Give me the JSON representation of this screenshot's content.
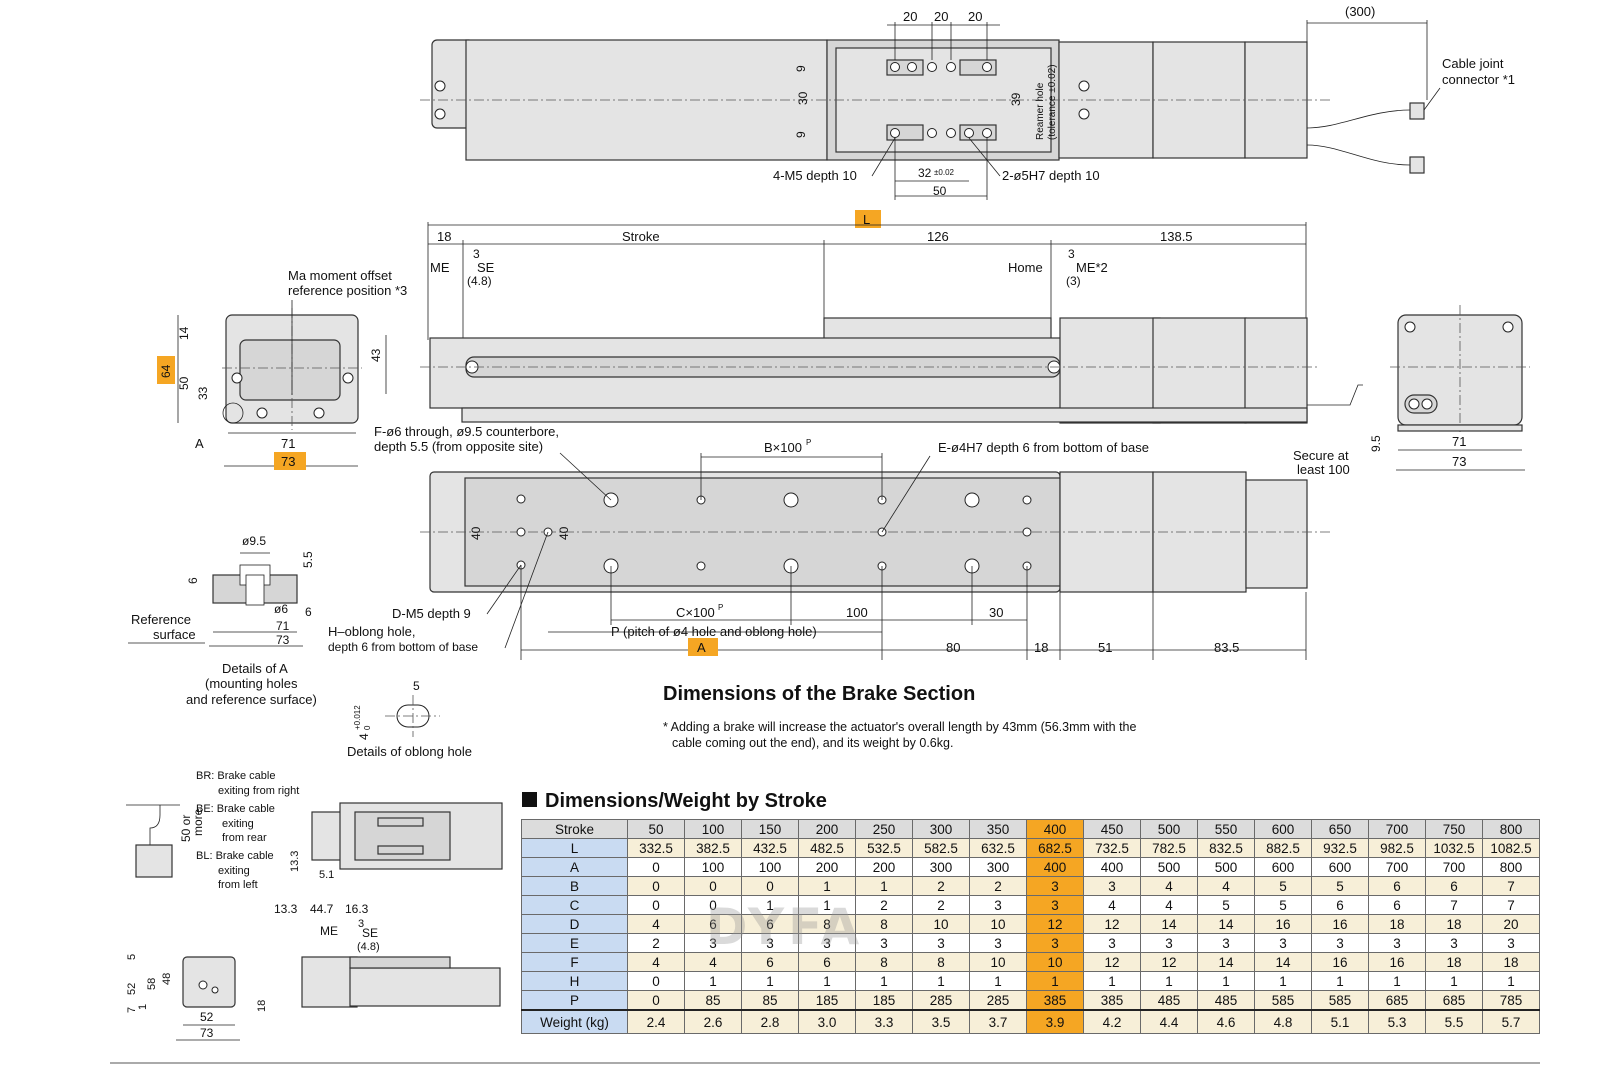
{
  "top_view": {
    "dim_20a": "20",
    "dim_20b": "20",
    "dim_20c": "20",
    "dim_300": "(300)",
    "cable_joint": "Cable joint",
    "connector": "connector *1",
    "dim_9a": "9",
    "dim_30": "30",
    "dim_9b": "9",
    "dim_39": "39",
    "reamer_hole": "Reamer hole",
    "reamer_tol": "(tolerance ±0.02)",
    "m5_label": "4-M5 depth 10",
    "dim_32": "32",
    "dim_32_tol": "±0.02",
    "h7_label": "2-ø5H7 depth 10",
    "dim_50": "50"
  },
  "side_view": {
    "L_badge": "L",
    "dim_18": "18",
    "stroke": "Stroke",
    "dim_126": "126",
    "dim_138_5": "138.5",
    "me": "ME",
    "dim_3a": "3",
    "se": "SE",
    "dim_4_8": "(4.8)",
    "home": "Home",
    "dim_3b": "3",
    "me2": "ME*2",
    "dim_3p": "(3)",
    "ma_line1": "Ma moment offset",
    "ma_line2": "reference position *3",
    "secure1": "Secure at",
    "secure2": "least 100"
  },
  "end_view_left": {
    "dim_14": "14",
    "dim_64": "64",
    "dim_50": "50",
    "dim_33": "33",
    "dim_43": "43",
    "label_a": "A",
    "dim_71": "71",
    "dim_73": "73"
  },
  "end_view_right": {
    "dim_9_5": "9.5",
    "dim_71": "71",
    "dim_73": "73"
  },
  "bottom_view": {
    "f_line1": "F-ø6 through, ø9.5 counterbore,",
    "f_line2": "depth 5.5 (from opposite site)",
    "b_pitch": "B×100",
    "p_sup": "P",
    "e_label": "E-ø4H7 depth 6 from bottom of base",
    "dim_40a": "40",
    "dim_40b": "40",
    "d_label": "D-M5 depth 9",
    "c_pitch": "C×100",
    "dim_100": "100",
    "dim_30": "30",
    "h_line1": "H–oblong hole,",
    "h_line2": "depth 6 from bottom of base",
    "p_label": "P (pitch of ø4 hole and oblong hole)",
    "A_badge": "A",
    "dim_80": "80",
    "dim_18": "18",
    "dim_51": "51",
    "dim_83_5": "83.5"
  },
  "detail_a": {
    "d9_5": "ø9.5",
    "d5_5": "5.5",
    "d6a": "6",
    "d6b": "ø6",
    "d6c": "6",
    "d71": "71",
    "d73": "73",
    "ref1": "Reference",
    "ref2": "surface",
    "cap1": "Details of A",
    "cap2": "(mounting holes",
    "cap3": "and reference surface)"
  },
  "detail_oblong": {
    "d5": "5",
    "tol": "4",
    "tol_up": "+0.012",
    "tol_dn": "0",
    "cap": "Details of oblong hole"
  },
  "brake": {
    "title": "Dimensions of the Brake Section",
    "note1": "* Adding a brake will increase the actuator's overall length by 43mm (56.3mm with the",
    "note2": "cable coming out the end), and its weight by 0.6kg.",
    "br1": "BR: Brake cable",
    "br2": "exiting from right",
    "be1": "BE: Brake cable",
    "be2": "exiting",
    "be3": "from rear",
    "bl1": "BL: Brake cable",
    "bl2": "exiting",
    "bl3": "from left",
    "fifty1": "50 or",
    "fifty2": "more",
    "d13_3": "13.3",
    "d5_1": "5.1",
    "d13_3b": "13.3",
    "d44_7": "44.7",
    "d16_3": "16.3",
    "me": "ME",
    "d3": "3",
    "se": "SE",
    "d4_8": "(4.8)",
    "d5": "5",
    "d52": "52",
    "d58": "58",
    "d48": "48",
    "d7": "7",
    "d1": "1",
    "d52b": "52",
    "d73": "73",
    "d18": "18"
  },
  "table": {
    "title": "Dimensions/Weight by Stroke",
    "header": [
      "Stroke",
      "50",
      "100",
      "150",
      "200",
      "250",
      "300",
      "350",
      "400",
      "450",
      "500",
      "550",
      "600",
      "650",
      "700",
      "750",
      "800"
    ],
    "highlight_col": "400",
    "rows": [
      {
        "label": "L",
        "values": [
          "332.5",
          "382.5",
          "432.5",
          "482.5",
          "532.5",
          "582.5",
          "632.5",
          "682.5",
          "732.5",
          "782.5",
          "832.5",
          "882.5",
          "932.5",
          "982.5",
          "1032.5",
          "1082.5"
        ]
      },
      {
        "label": "A",
        "values": [
          "0",
          "100",
          "100",
          "200",
          "200",
          "300",
          "300",
          "400",
          "400",
          "500",
          "500",
          "600",
          "600",
          "700",
          "700",
          "800"
        ]
      },
      {
        "label": "B",
        "values": [
          "0",
          "0",
          "0",
          "1",
          "1",
          "2",
          "2",
          "3",
          "3",
          "4",
          "4",
          "5",
          "5",
          "6",
          "6",
          "7"
        ]
      },
      {
        "label": "C",
        "values": [
          "0",
          "0",
          "1",
          "1",
          "2",
          "2",
          "3",
          "3",
          "4",
          "4",
          "5",
          "5",
          "6",
          "6",
          "7",
          "7"
        ]
      },
      {
        "label": "D",
        "values": [
          "4",
          "6",
          "6",
          "8",
          "8",
          "10",
          "10",
          "12",
          "12",
          "14",
          "14",
          "16",
          "16",
          "18",
          "18",
          "20"
        ]
      },
      {
        "label": "E",
        "values": [
          "2",
          "3",
          "3",
          "3",
          "3",
          "3",
          "3",
          "3",
          "3",
          "3",
          "3",
          "3",
          "3",
          "3",
          "3",
          "3"
        ]
      },
      {
        "label": "F",
        "values": [
          "4",
          "4",
          "6",
          "6",
          "8",
          "8",
          "10",
          "10",
          "12",
          "12",
          "14",
          "14",
          "16",
          "16",
          "18",
          "18"
        ]
      },
      {
        "label": "H",
        "values": [
          "0",
          "1",
          "1",
          "1",
          "1",
          "1",
          "1",
          "1",
          "1",
          "1",
          "1",
          "1",
          "1",
          "1",
          "1",
          "1"
        ]
      },
      {
        "label": "P",
        "values": [
          "0",
          "85",
          "85",
          "185",
          "185",
          "285",
          "285",
          "385",
          "385",
          "485",
          "485",
          "585",
          "585",
          "685",
          "685",
          "785"
        ]
      }
    ],
    "weight": {
      "label": "Weight (kg)",
      "values": [
        "2.4",
        "2.6",
        "2.8",
        "3.0",
        "3.3",
        "3.5",
        "3.7",
        "3.9",
        "4.2",
        "4.4",
        "4.6",
        "4.8",
        "5.1",
        "5.3",
        "5.5",
        "5.7"
      ]
    }
  },
  "watermark": "DYFA",
  "colors": {
    "highlight": "#f5a623",
    "row_header": "#c9dbf2",
    "alt_row": "#f7efd8"
  }
}
